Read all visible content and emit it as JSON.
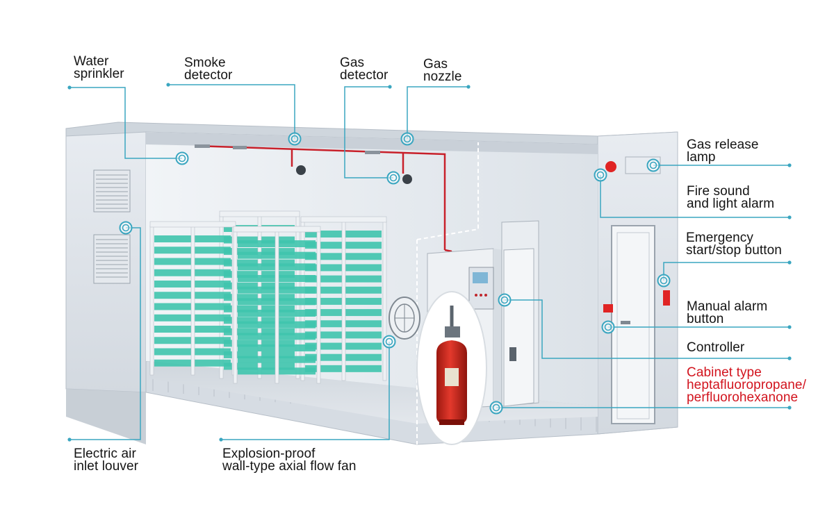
{
  "callouts": [
    {
      "id": "water-sprinkler",
      "lines": [
        "Water",
        "sprinkler"
      ],
      "highlight": false
    },
    {
      "id": "smoke-detector",
      "lines": [
        "Smoke",
        "detector"
      ],
      "highlight": false
    },
    {
      "id": "gas-detector",
      "lines": [
        "Gas",
        "detector"
      ],
      "highlight": false
    },
    {
      "id": "gas-nozzle",
      "lines": [
        "Gas",
        "nozzle"
      ],
      "highlight": false
    },
    {
      "id": "gas-release-lamp",
      "lines": [
        "Gas release",
        "lamp"
      ],
      "highlight": false
    },
    {
      "id": "fire-sound-light-alarm",
      "lines": [
        "Fire sound",
        "and light alarm"
      ],
      "highlight": false
    },
    {
      "id": "emergency-start-stop-button",
      "lines": [
        "Emergency",
        "start/stop button"
      ],
      "highlight": false
    },
    {
      "id": "manual-alarm-button",
      "lines": [
        "Manual alarm",
        "button"
      ],
      "highlight": false
    },
    {
      "id": "controller",
      "lines": [
        "Controller"
      ],
      "highlight": false
    },
    {
      "id": "cabinet-type-extinguisher",
      "lines": [
        "Cabinet type",
        "heptafluoropropane/",
        "perfluorohexanone"
      ],
      "highlight": true
    },
    {
      "id": "electric-air-inlet-louver",
      "lines": [
        "Electric air",
        "inlet louver"
      ],
      "highlight": false
    },
    {
      "id": "explosion-proof-axial-fan",
      "lines": [
        "Explosion-proof",
        "wall-type axial flow fan"
      ],
      "highlight": false
    }
  ],
  "colors": {
    "leader_line": "#3aa6c0",
    "label_text": "#141414",
    "highlight_text": "#d2141e",
    "container_body": "#dfe4ea",
    "container_shadow": "#c5ccd4",
    "rack_frame": "#eef1f4",
    "rack_shelf": "#3fc4ad",
    "cylinder": "#d22a1f",
    "alarm_red": "#e02424",
    "pipe_red": "#c8202a"
  },
  "icons": [
    "target-marker-icon",
    "louver-vent-icon",
    "axial-fan-icon",
    "gas-cylinder-icon",
    "alarm-lamp-icon"
  ]
}
